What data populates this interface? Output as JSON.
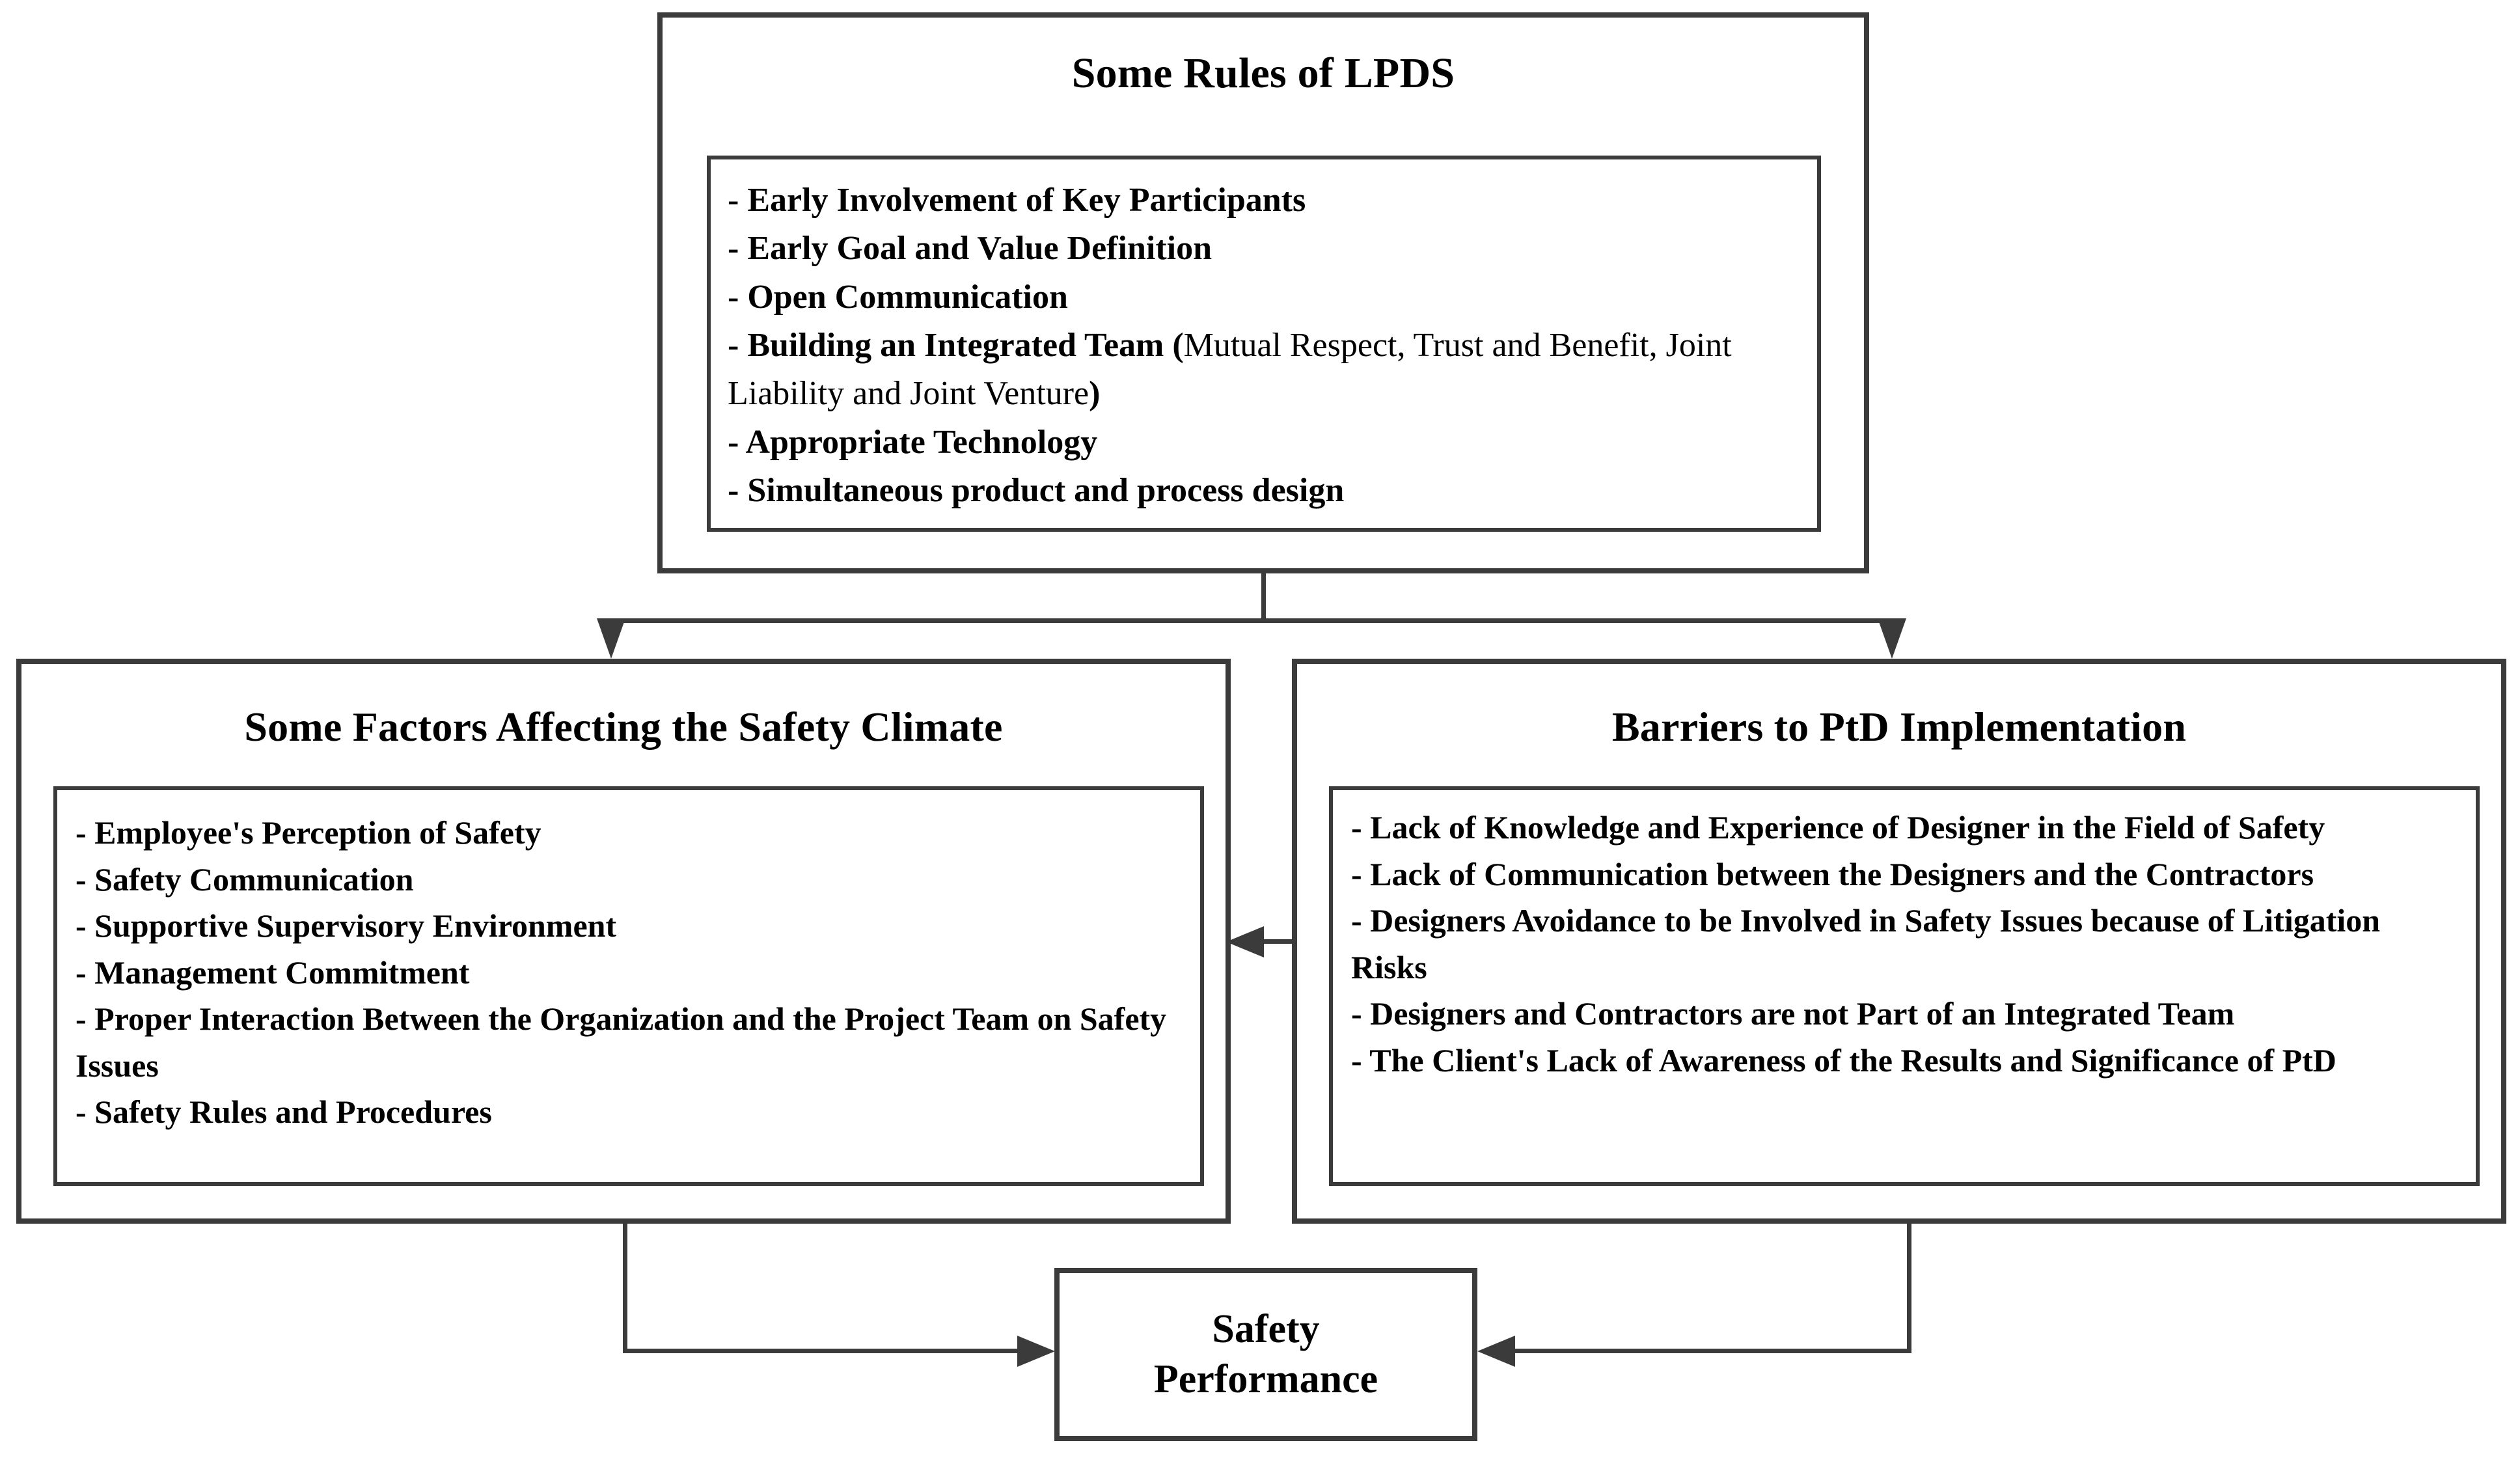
{
  "diagram": {
    "top_node": {
      "title": "Some Rules of LPDS",
      "items": [
        {
          "bold": "- Early Involvement of Key Participants",
          "normal": ""
        },
        {
          "bold": "- Early Goal and Value Definition",
          "normal": ""
        },
        {
          "bold": "- Open Communication",
          "normal": ""
        },
        {
          "bold": "- Building an Integrated Team (",
          "normal": "Mutual Respect, Trust and Benefit, Joint Liability and Joint Venture",
          "bold_tail": ")"
        },
        {
          "bold": "- Appropriate Technology",
          "normal": ""
        },
        {
          "bold": "- Simultaneous product and process design",
          "normal": ""
        }
      ]
    },
    "left_node": {
      "title": "Some Factors Affecting the Safety Climate",
      "items": [
        "- Employee's Perception of Safety",
        "- Safety Communication",
        "- Supportive Supervisory Environment",
        "- Management Commitment",
        "- Proper Interaction Between the Organization and the Project Team on Safety Issues",
        "- Safety Rules and Procedures"
      ]
    },
    "right_node": {
      "title": "Barriers to PtD Implementation",
      "items": [
        "- Lack of Knowledge and Experience of Designer in the Field of Safety",
        "- Lack of Communication between the Designers and the Contractors",
        "- Designers Avoidance to be Involved in Safety Issues because of Litigation Risks",
        "- Designers and Contractors are not Part of an Integrated Team",
        "- The Client's Lack of Awareness of the Results and Significance of PtD"
      ]
    },
    "bottom_node": {
      "title_line1": "Safety",
      "title_line2": "Performance"
    },
    "colors": {
      "border": "#3b3b3b",
      "text": "#000000",
      "background": "#ffffff"
    }
  }
}
